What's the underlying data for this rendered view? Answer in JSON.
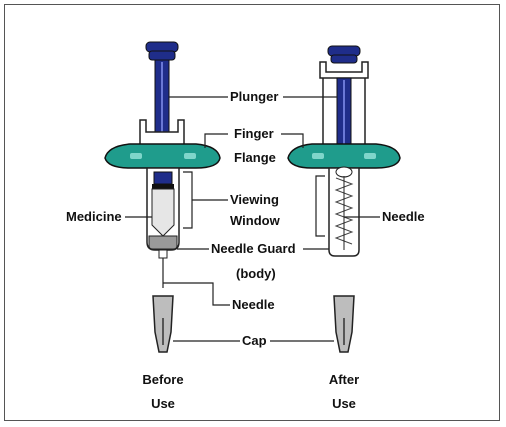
{
  "labels": {
    "plunger": "Plunger",
    "finger": "Finger",
    "flange": "Flange",
    "viewing": "Viewing",
    "window": "Window",
    "medicine": "Medicine",
    "needle_right": "Needle",
    "needle_guard": "Needle Guard",
    "body": "(body)",
    "needle": "Needle",
    "cap": "Cap",
    "before": "Before",
    "before_use": "Use",
    "after": "After",
    "after_use": "Use"
  },
  "colors": {
    "plunger": "#1f2d8a",
    "flange": "#1f9c8c",
    "outline": "#222222",
    "cap": "#bdbdbd",
    "medicine_fill": "#e6e6e6",
    "needle_guard_tip": "#9a9a9a"
  }
}
